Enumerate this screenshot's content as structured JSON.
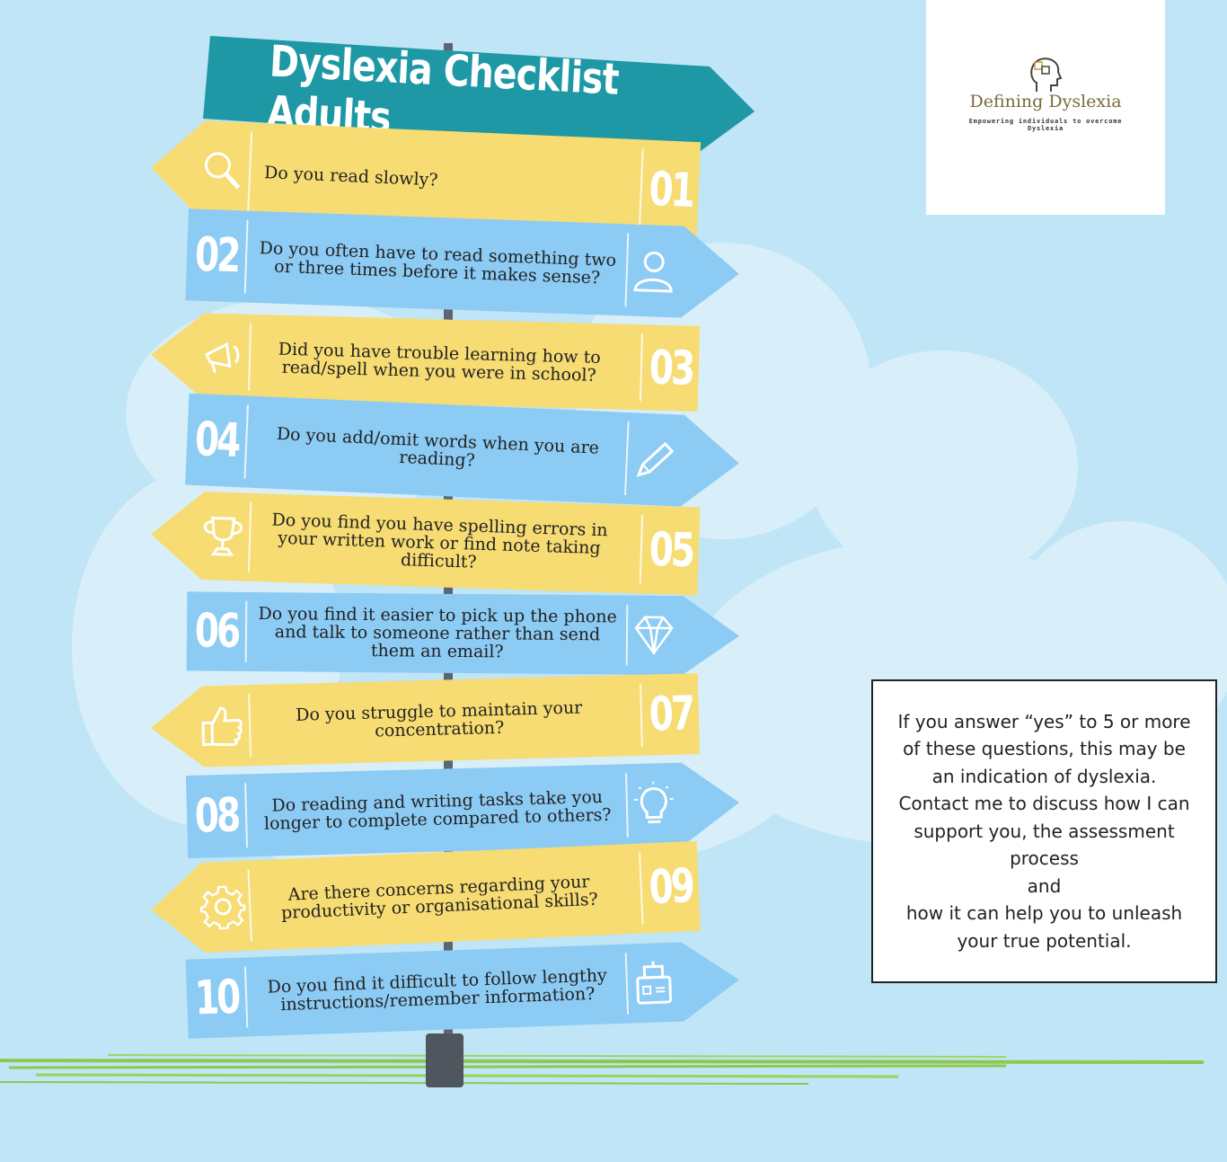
{
  "title": "Dyslexia Checklist Adults",
  "logo": {
    "name": "Defining Dyslexia",
    "tagline": "Empowering individuals to overcome Dyslexia",
    "icon": "head-puzzle-icon"
  },
  "questions": [
    {
      "number": "01",
      "text": "Do you read slowly?",
      "icon": "magnifier-icon",
      "color": "#f6dc72"
    },
    {
      "number": "02",
      "text": "Do you often have to read something two or three times before it makes sense?",
      "icon": "person-icon",
      "color": "#8ccbf4"
    },
    {
      "number": "03",
      "text": "Did you have trouble learning how to read/spell when you were in school?",
      "icon": "megaphone-icon",
      "color": "#f6dc72"
    },
    {
      "number": "04",
      "text": "Do you add/omit words when you are reading?",
      "icon": "pencil-icon",
      "color": "#8ccbf4"
    },
    {
      "number": "05",
      "text": "Do you find you have spelling errors in your written work or find note taking difficult?",
      "icon": "trophy-icon",
      "color": "#f6dc72"
    },
    {
      "number": "06",
      "text": "Do you find it easier to pick up the phone and talk to someone rather than send them an email?",
      "icon": "diamond-icon",
      "color": "#8ccbf4"
    },
    {
      "number": "07",
      "text": "Do you struggle to maintain your concentration?",
      "icon": "thumbs-up-icon",
      "color": "#f6dc72"
    },
    {
      "number": "08",
      "text": "Do reading and writing tasks take you longer to complete compared to others?",
      "icon": "lightbulb-icon",
      "color": "#8ccbf4"
    },
    {
      "number": "09",
      "text": "Are there concerns regarding your productivity or organisational skills?",
      "icon": "gear-icon",
      "color": "#f6dc72"
    },
    {
      "number": "10",
      "text": "Do you find it difficult to follow lengthy instructions/remember information?",
      "icon": "robot-icon",
      "color": "#8ccbf4"
    }
  ],
  "info": "If you answer “yes” to 5 or more of these questions, this may be an indication of dyslexia. Contact me to discuss how I can support you, the assessment process\nand\nhow it can help you to unleash your true potential.",
  "colors": {
    "background": "#bfe5f6",
    "title_banner": "#1f98a6",
    "yellow_sign": "#f6dc72",
    "blue_sign": "#8ccbf4"
  }
}
